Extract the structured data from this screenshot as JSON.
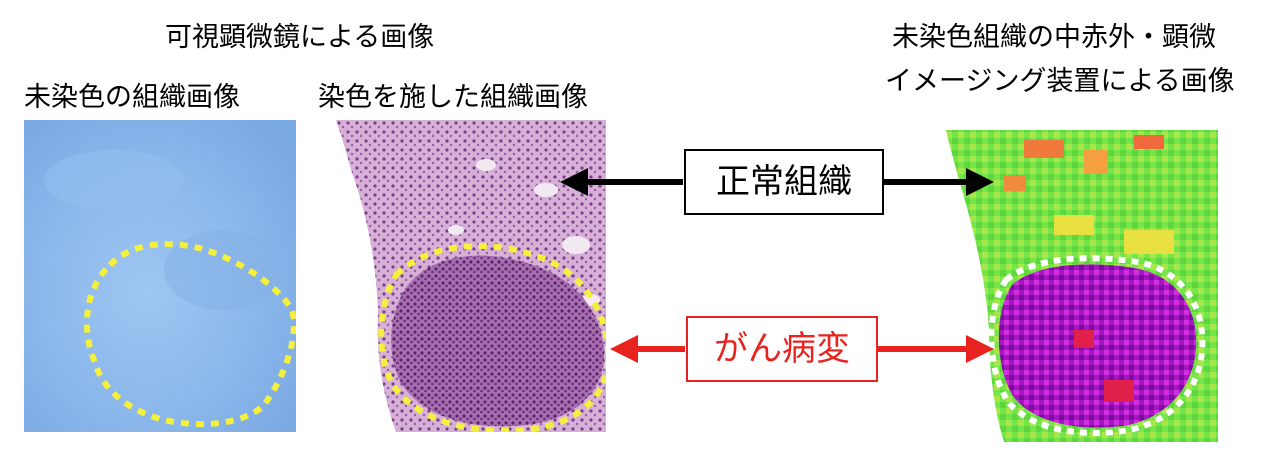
{
  "header": {
    "visible_light_group": "可視顕微鏡による画像",
    "unstained_visible": "未染色の組織画像",
    "stained_visible": "染色を施した組織画像",
    "infrared_line1": "未染色組織の中赤外・顕微",
    "infrared_line2": "イメージング装置による画像"
  },
  "labels": {
    "normal_tissue": "正常組織",
    "cancer_lesion": "がん病変"
  },
  "colors": {
    "normal_arrow": "#000000",
    "cancer_arrow": "#e8231f",
    "cancer_text": "#e8231f",
    "dotted_outline_visible": "#f5f03c",
    "dotted_outline_infrared": "#ffffff",
    "unstained_background": "#8cb8ec",
    "stained_tissue": "#c79ac4",
    "infrared_normal": "#74e64a",
    "infrared_lesion": "#b81ad0"
  }
}
